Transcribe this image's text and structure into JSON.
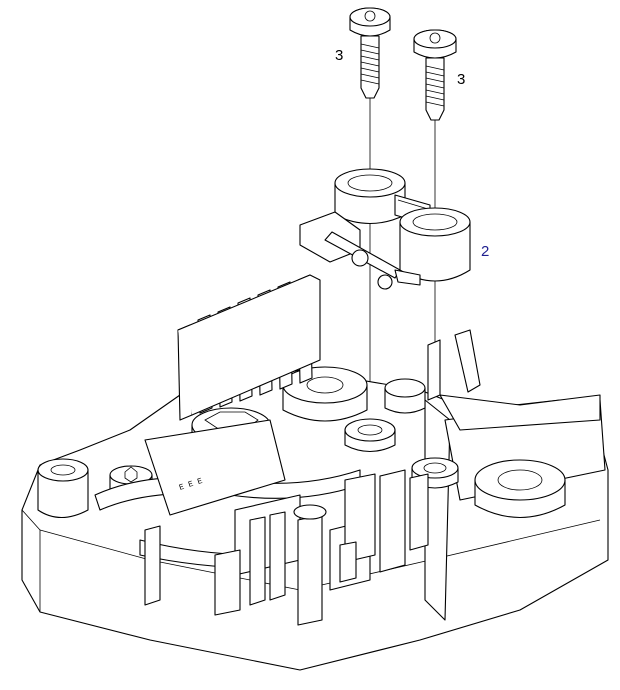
{
  "diagram": {
    "callouts": [
      {
        "id": "screw-left",
        "label": "3"
      },
      {
        "id": "screw-right",
        "label": "3"
      },
      {
        "id": "bracket",
        "label": "2"
      }
    ],
    "colors": {
      "line": "#000000",
      "background": "#ffffff",
      "callout_default": "#000000",
      "callout_highlight": "#1f1f8f"
    }
  }
}
